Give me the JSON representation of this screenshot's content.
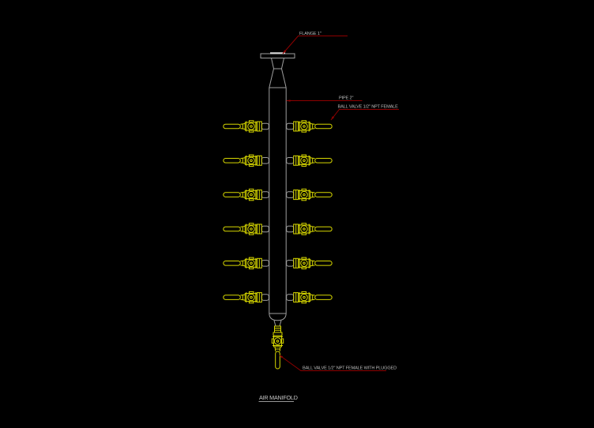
{
  "drawing": {
    "title": "AIR MANIFOLD",
    "labels": {
      "flange": "FLANGE 1\"",
      "pipe": "PIPE 2\"",
      "ball_valve": "BALL VALVE 1/2\" NPT FEMALE",
      "ball_valve_plugged": "BALL VALVE 1/2\" NPT FEMALE WITH PLUGGED"
    },
    "components": {
      "side_valve_rows": 6,
      "side_valves_per_row": 2,
      "bottom_plugged_valves": 1,
      "flange_size_in": "1\"",
      "pipe_size_in": "2\"",
      "valve_size_in": "1/2\""
    },
    "colors": {
      "background": "#000000",
      "pipe_outline": "#9E9E9E",
      "valve_outline": "#D8D800",
      "leader_line": "#8E0000",
      "label_text": "#BDBDBD",
      "title_text": "#C8C8C8"
    }
  }
}
